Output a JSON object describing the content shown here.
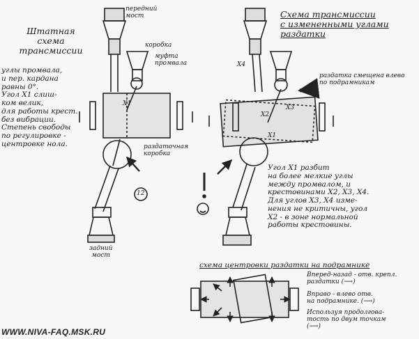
{
  "left_title": "Штатная\nсхема\nтрансмиссии",
  "left_notes": "углы промвала,\nи пер. кардана\nравны 0°.\nУгол X1 слиш-\nком велик,\nдля работы крест.\nбез вибрации.\nСтепень свободы\nпо регулировке -\nцентровке нола.",
  "labels": {
    "front_axle": "передний\nмост",
    "gearbox": "коробка",
    "coupling": "муфта\nпромвала",
    "transfer_case": "раздаточная\nкоробка",
    "rear_axle": "задний\nмост",
    "x1_left": "X1",
    "x1_right": "X1",
    "x2": "X2",
    "x3": "X3",
    "x4": "X4",
    "mark_left": "12"
  },
  "right_title": "Схема трансмиссии\nс измененными углами\nраздатки",
  "shift_note": "раздатка смещена влево\nпо подрамникам",
  "right_notes": "Угол X1 разбит\nна более мелкие углы\nмежду промвалом, и\nкрестовинами X2, X3, X4.\nДля углов X3, X4 изме-\nнения не критичны, угол\nX2 - в зоне нормальной\nработы крестовины.",
  "center_title": "схема центровки раздатки на подрамнике",
  "center_notes": [
    "Вперед-назад - отв. крепл.\nраздатки (⟶)",
    "Вправо - влево отв.\nна подрамнике. (⟶)",
    "Используя продолгова-\nтость по двум точкам\n(⟶)"
  ],
  "footer": "WWW.NIVA-FAQ.MSK.RU"
}
